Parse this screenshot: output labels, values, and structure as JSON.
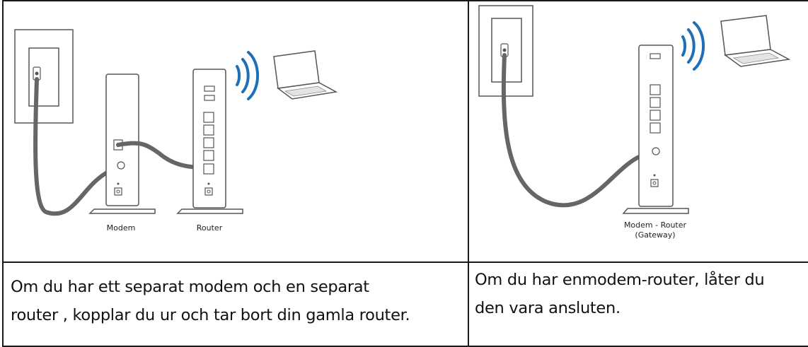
{
  "left_panel": {
    "modem_label": "Modem",
    "router_label": "Router",
    "caption_line1": "Om du har ett separat modem och en separat",
    "caption_line2": "router , kopplar du ur och tar bort din gamla router."
  },
  "right_panel": {
    "device_label_line1": "Modem - Router",
    "device_label_line2": "(Gateway)",
    "caption_line1": "Om du har enmodem-router, låter du",
    "caption_line2": "den vara ansluten."
  },
  "colors": {
    "border": "#1a1a1a",
    "cable": "#666666",
    "wifi": "#1f6fb8",
    "outline": "#555555"
  },
  "icons": {
    "wall_outlet": "wall-outlet-icon",
    "wifi_waves": "wifi-waves-icon",
    "laptop": "laptop-icon",
    "power_symbol": "power-icon"
  }
}
